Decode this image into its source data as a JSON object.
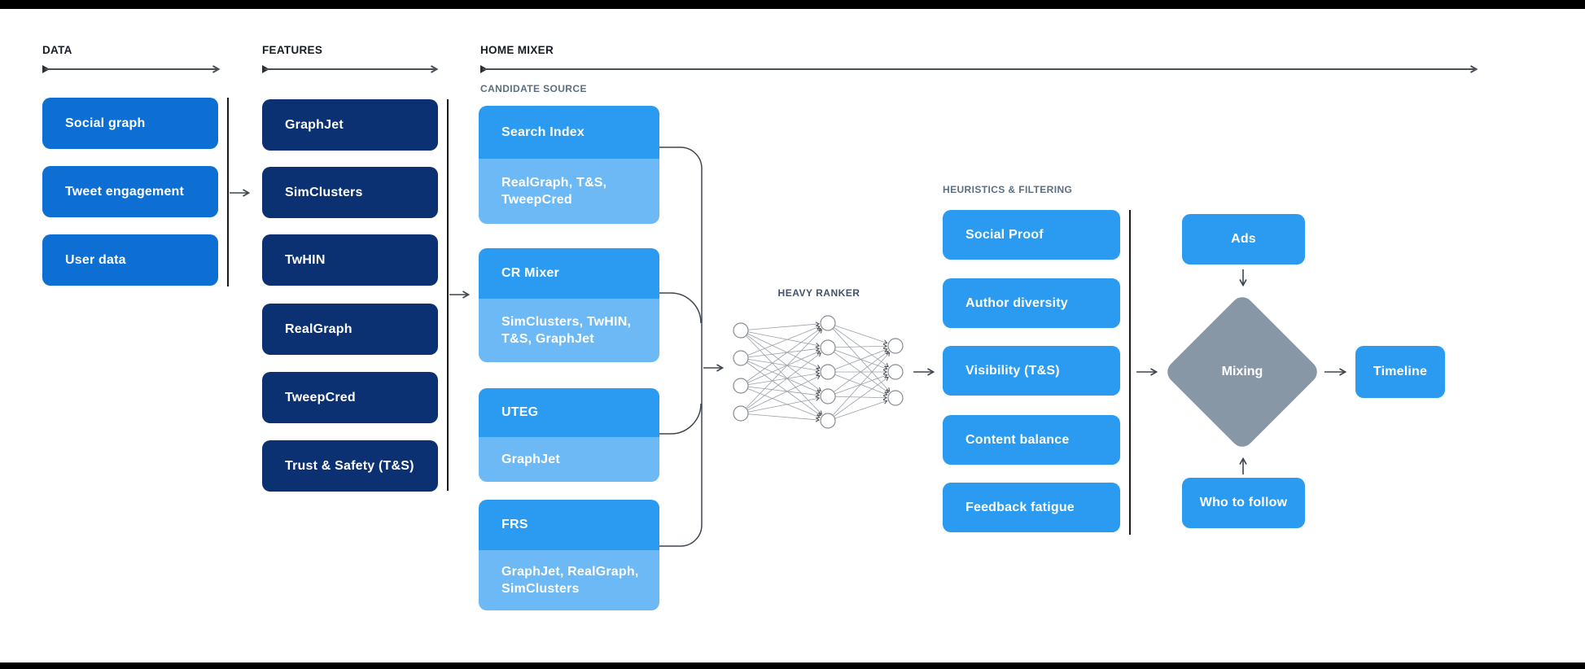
{
  "sections": {
    "data_label": "DATA",
    "features_label": "FEATURES",
    "home_mixer_label": "HOME MIXER"
  },
  "data_items": [
    "Social graph",
    "Tweet engagement",
    "User data"
  ],
  "features_items": [
    "GraphJet",
    "SimClusters",
    "TwHIN",
    "RealGraph",
    "TweepCred",
    "Trust & Safety (T&S)"
  ],
  "candidate_source": {
    "label": "CANDIDATE SOURCE",
    "items": [
      {
        "name": "Search Index",
        "uses": "RealGraph, T&S, TweepCred"
      },
      {
        "name": "CR Mixer",
        "uses": "SimClusters, TwHIN, T&S, GraphJet"
      },
      {
        "name": "UTEG",
        "uses": "GraphJet"
      },
      {
        "name": "FRS",
        "uses": "GraphJet, RealGraph, SimClusters"
      }
    ]
  },
  "heavy_ranker": {
    "label": "HEAVY RANKER",
    "layers": [
      4,
      5,
      3
    ]
  },
  "heuristics": {
    "label": "HEURISTICS & FILTERING",
    "items": [
      "Social Proof",
      "Author diversity",
      "Visibility (T&S)",
      "Content balance",
      "Feedback fatigue"
    ]
  },
  "mixing_stage": {
    "ads": "Ads",
    "diamond": "Mixing",
    "who_to_follow": "Who to follow",
    "timeline": "Timeline"
  },
  "colors": {
    "data_box": "#0d6ed3",
    "features_box": "#0b3173",
    "candidate_head": "#2b9bf2",
    "candidate_sub": "#6db9f5",
    "heuristics_box": "#2b9bf2",
    "diamond": "#8897a6",
    "line": "#3f464e",
    "header_text": "#161d26",
    "subheader_text": "#5b6f82"
  }
}
